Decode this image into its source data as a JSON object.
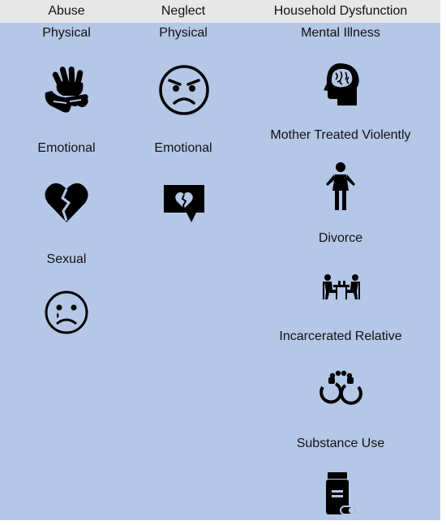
{
  "columns": {
    "abuse": {
      "heading": "Abuse",
      "items": [
        {
          "label": "Physical",
          "icon": "sign-language-hands-icon"
        },
        {
          "label": "Emotional",
          "icon": "broken-heart-icon"
        },
        {
          "label": "Sexual",
          "icon": "sad-face-icon"
        }
      ]
    },
    "neglect": {
      "heading": "Neglect",
      "items": [
        {
          "label": "Physical",
          "icon": "angry-face-icon"
        },
        {
          "label": "Emotional",
          "icon": "broken-heart-speech-bubble-icon"
        }
      ]
    },
    "household": {
      "heading": "Household Dysfunction",
      "items": [
        {
          "label": "Mental Illness",
          "icon": "head-brain-icon"
        },
        {
          "label": "Mother Treated Violently",
          "icon": "woman-figure-icon"
        },
        {
          "label": "Divorce",
          "icon": "couple-at-table-icon"
        },
        {
          "label": "Incarcerated Relative",
          "icon": "handcuffs-icon"
        },
        {
          "label": "Substance Use",
          "icon": "pill-bottle-icon"
        }
      ]
    }
  },
  "colors": {
    "header_band": "#e7e7e7",
    "body_band": "#b4c7e7",
    "icon": "#000000"
  }
}
